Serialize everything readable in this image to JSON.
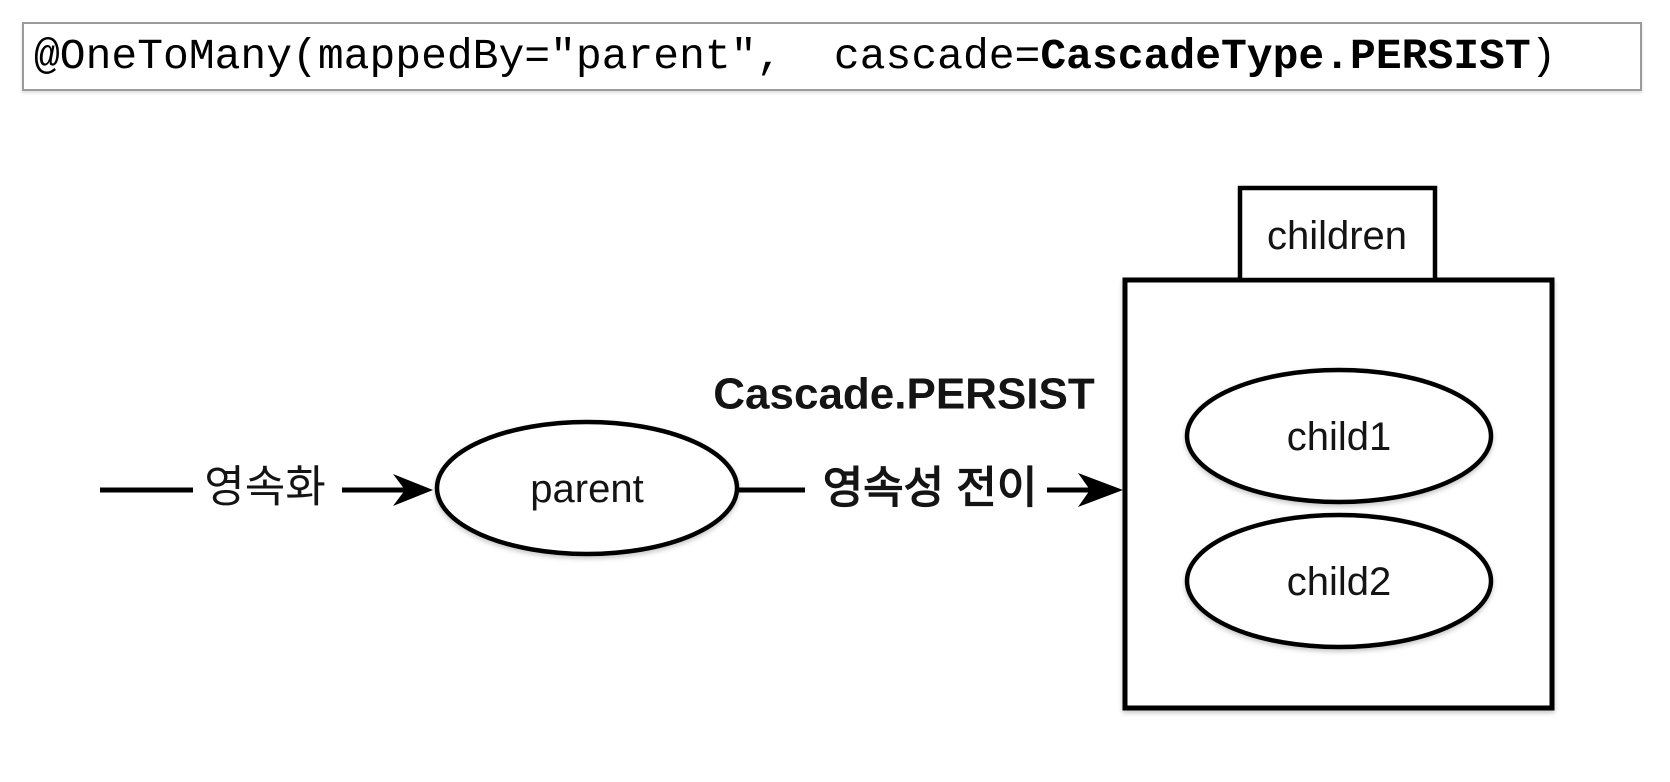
{
  "code_annotation": {
    "prefix": "@OneToMany(mappedBy=\"parent\",  cascade=",
    "highlight": "CascadeType.PERSIST",
    "suffix": ")"
  },
  "diagram": {
    "persist_action_label": "영속화",
    "parent_entity_label": "parent",
    "cascade_type_label": "Cascade.PERSIST",
    "cascade_transfer_label": "영속성 전이",
    "children_collection_label": "children",
    "child1_entity_label": "child1",
    "child2_entity_label": "child2"
  },
  "colors": {
    "background": "#ffffff",
    "shape_stroke": "#000000",
    "text": "#141414",
    "code_box_border": "#9b9b9b"
  }
}
